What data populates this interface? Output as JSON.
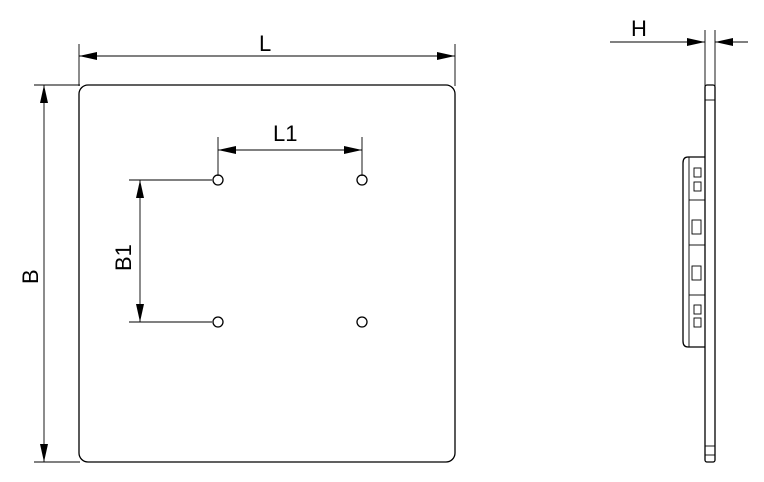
{
  "labels": {
    "length": "L",
    "width": "B",
    "hole_spacing_length": "L1",
    "hole_spacing_width": "B1",
    "height": "H"
  },
  "colors": {
    "stroke": "#000000",
    "background": "#ffffff"
  }
}
